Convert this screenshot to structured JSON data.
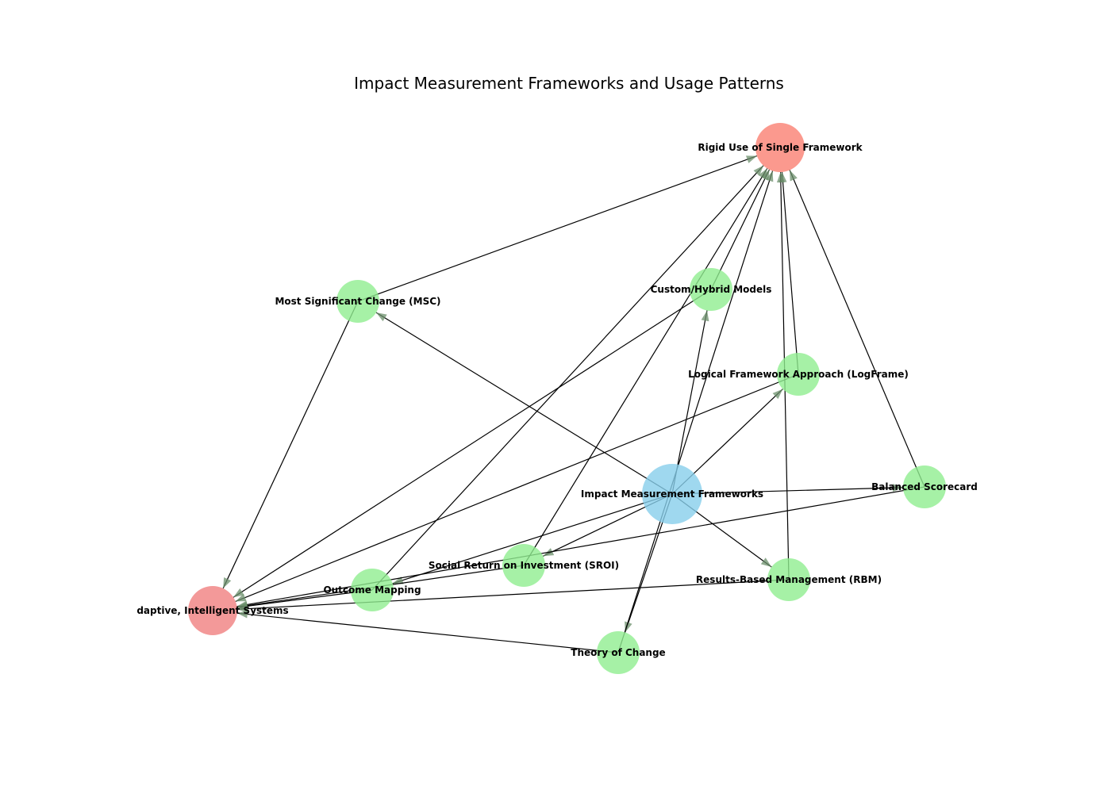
{
  "title": "Impact Measurement Frameworks and Usage Patterns",
  "colors": {
    "center": "#87CEEB",
    "framework": "#90EE90",
    "rigid": "#FA8072",
    "adaptive": "#F08080",
    "edge": "#000000",
    "arrow": "#6b8f6b"
  },
  "nodes": [
    {
      "id": "center",
      "label": "Impact Measurement Frameworks",
      "kind": "center"
    },
    {
      "id": "rigid",
      "label": "Rigid Use of Single Framework",
      "kind": "rigid"
    },
    {
      "id": "adaptive",
      "label": "daptive, Intelligent Systems",
      "kind": "adaptive"
    },
    {
      "id": "msc",
      "label": "Most Significant Change (MSC)",
      "kind": "framework"
    },
    {
      "id": "custom",
      "label": "Custom/Hybrid Models",
      "kind": "framework"
    },
    {
      "id": "logframe",
      "label": "Logical Framework Approach (LogFrame)",
      "kind": "framework"
    },
    {
      "id": "bsc",
      "label": "Balanced Scorecard",
      "kind": "framework"
    },
    {
      "id": "sroi",
      "label": "Social Return on Investment (SROI)",
      "kind": "framework"
    },
    {
      "id": "om",
      "label": "Outcome Mapping",
      "kind": "framework"
    },
    {
      "id": "rbm",
      "label": "Results-Based Management (RBM)",
      "kind": "framework"
    },
    {
      "id": "toc",
      "label": "Theory of Change",
      "kind": "framework"
    }
  ],
  "edges": [
    {
      "from": "center",
      "to": "msc"
    },
    {
      "from": "center",
      "to": "custom"
    },
    {
      "from": "center",
      "to": "logframe"
    },
    {
      "from": "center",
      "to": "bsc"
    },
    {
      "from": "center",
      "to": "sroi"
    },
    {
      "from": "center",
      "to": "om"
    },
    {
      "from": "center",
      "to": "rbm"
    },
    {
      "from": "center",
      "to": "toc"
    },
    {
      "from": "msc",
      "to": "rigid"
    },
    {
      "from": "custom",
      "to": "rigid"
    },
    {
      "from": "logframe",
      "to": "rigid"
    },
    {
      "from": "bsc",
      "to": "rigid"
    },
    {
      "from": "sroi",
      "to": "rigid"
    },
    {
      "from": "om",
      "to": "rigid"
    },
    {
      "from": "rbm",
      "to": "rigid"
    },
    {
      "from": "toc",
      "to": "rigid"
    },
    {
      "from": "msc",
      "to": "adaptive"
    },
    {
      "from": "custom",
      "to": "adaptive"
    },
    {
      "from": "logframe",
      "to": "adaptive"
    },
    {
      "from": "bsc",
      "to": "adaptive"
    },
    {
      "from": "sroi",
      "to": "adaptive"
    },
    {
      "from": "om",
      "to": "adaptive"
    },
    {
      "from": "rbm",
      "to": "adaptive"
    },
    {
      "from": "toc",
      "to": "adaptive"
    }
  ]
}
